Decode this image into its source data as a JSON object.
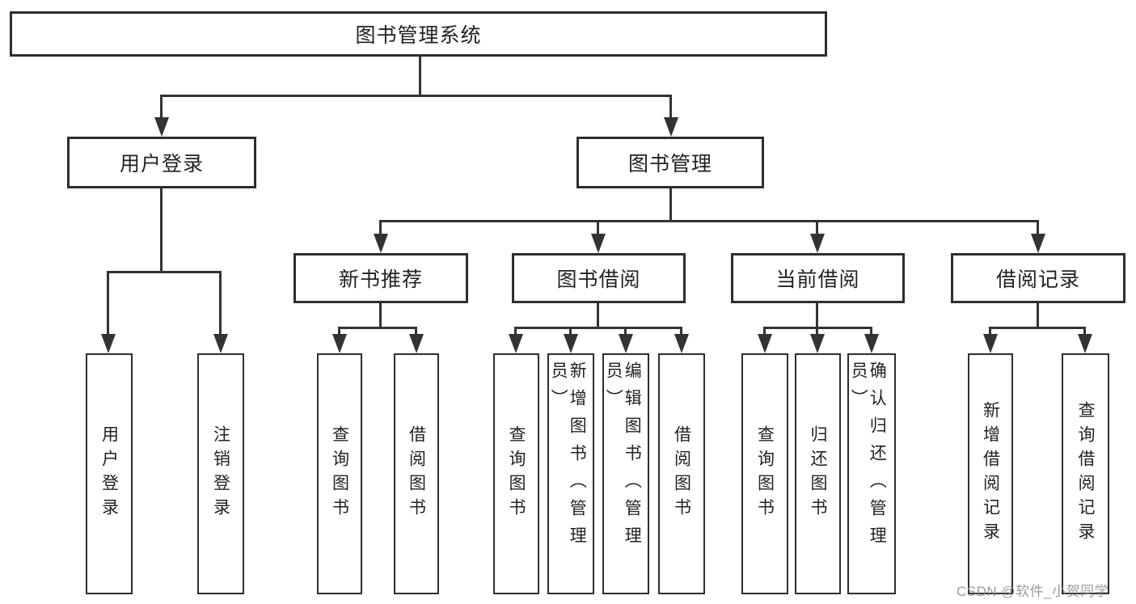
{
  "colors": {
    "line": "#333333",
    "border": "#2e2e2e",
    "text": "#222222",
    "box_fill": "#ffffff",
    "background": "#ffffff",
    "watermark": "#8a8a8a"
  },
  "watermark": {
    "text": "CSDN @软件_小贺同学"
  },
  "tree": {
    "root": {
      "label": "图书管理系统"
    },
    "children": [
      {
        "label": "用户登录",
        "children": [
          {
            "label": "用户登录"
          },
          {
            "label": "注销登录"
          }
        ]
      },
      {
        "label": "图书管理",
        "children": [
          {
            "label": "新书推荐",
            "children": [
              {
                "label": "查询图书"
              },
              {
                "label": "借阅图书"
              }
            ]
          },
          {
            "label": "图书借阅",
            "children": [
              {
                "label": "查询图书"
              },
              {
                "label": "新增图书（管理员）"
              },
              {
                "label": "编辑图书（管理员）"
              },
              {
                "label": "借阅图书"
              }
            ]
          },
          {
            "label": "当前借阅",
            "children": [
              {
                "label": "查询图书"
              },
              {
                "label": "归还图书"
              },
              {
                "label": "确认归还（管理员）"
              }
            ]
          },
          {
            "label": "借阅记录",
            "children": [
              {
                "label": "新增借阅记录"
              },
              {
                "label": "查询借阅记录"
              }
            ]
          }
        ]
      }
    ]
  }
}
